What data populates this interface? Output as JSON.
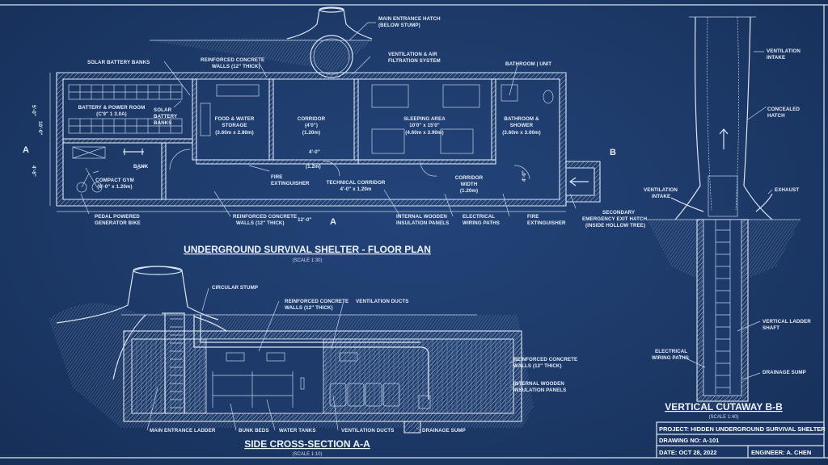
{
  "colors": {
    "background": "#1d3a6a",
    "line": "#dce6f4"
  },
  "floor_plan": {
    "title": "UNDERGROUND SURVIVAL SHELTER - FLOOR PLAN",
    "scale": "(SCALE 1:30)",
    "section_marks": {
      "a_left": "A",
      "a_bottom": "A",
      "b_right": "B"
    },
    "dimensions": {
      "total_length": "12'-0\"",
      "height_top": "5'-0\"",
      "height_total": "10'-0\"",
      "height_bottom": "4'-6\"",
      "corridor_width": "4'-0\"",
      "corridor_width_m": "(1.2m)",
      "exit_width": "4'-0\""
    },
    "rooms": [
      {
        "name": "BATTERY & POWER ROOM",
        "size": "(C'9\" 1 3.0A)"
      },
      {
        "name": "FOOD & WATER",
        "name2": "STORAGE",
        "size": "(3.60m x 2.80m)"
      },
      {
        "name": "CORRIDOR",
        "name2": "(4'0\")",
        "size": "(1.20m)"
      },
      {
        "name": "SLEEPING AREA",
        "name2": "10'0\" x 15'0\"",
        "size": "(4.60m x 3.90m)"
      },
      {
        "name": "BATHROOM &",
        "name2": "SHOWER",
        "size": "(3.60m x 3.00m)"
      },
      {
        "name": "COMPACT GYM",
        "size": "(6'-0\" x 1.20m)"
      },
      {
        "name": "TECHNICAL CORRIDOR",
        "size": "4'-0\" x 1.20m"
      },
      {
        "name": "CORRIDOR",
        "name2": "WIDTH",
        "size": "(1.20m)"
      }
    ],
    "callouts": {
      "main_hatch_1": "MAIN ENTRANCE HATCH",
      "main_hatch_2": "(BELOW STUMP)",
      "solar_banks": "SOLAR BATTERY BANKS",
      "concrete_top_1": "REINFORCED CONCRETE",
      "concrete_top_2": "WALLS (12\" THICK)",
      "vent_1": "VENTILATION & AIR",
      "vent_2": "FILTRATION SYSTEM",
      "bath_unit": "BATHROOM | UNIT",
      "solar_1": "SOLAR",
      "solar_2": "BATTERY",
      "solar_3": "BANKS",
      "bank": "BANK",
      "fire_1_a": "FIRE",
      "fire_1_b": "EXTINGUISHER",
      "pedal_1": "PEDAL POWERED",
      "pedal_2": "GENERATOR BIKE",
      "concrete_bot_1": "REINFORCED CONCRETE",
      "concrete_bot_2": "WALLS (12\" THICK)",
      "insul_1": "INTERNAL WOODEN",
      "insul_2": "INSULATION PANELS",
      "elec_1": "ELECTRICAL",
      "elec_2": "WIRING PATHS",
      "fire_2_a": "FIRE",
      "fire_2_b": "EXTINGUISHER",
      "exit_1": "SECONDARY",
      "exit_2": "EMERGENCY EXIT HATCH",
      "exit_3": "(INSIDE HOLLOW TREE)"
    }
  },
  "section": {
    "title": "SIDE CROSS-SECTION A-A",
    "scale": "(SCALE 1:10)",
    "callouts": {
      "stump": "CIRCULAR STUMP",
      "concrete_1": "REINFORCED CONCRETE",
      "concrete_2": "WALLS (12\" THICK)",
      "vent_top": "VENTILATION DUCTS",
      "concrete_r1": "REINFORCED CONCRETE",
      "concrete_r2": "WALLS (12\" THICK)",
      "insul_1": "INTERNAL WOODEN",
      "insul_2": "INSULATION PANELS",
      "ladder": "MAIN ENTRANCE LADDER",
      "bunks": "BUNK BEDS",
      "tanks": "WATER TANKS",
      "vent_bot": "VENTILATION DUCTS",
      "sump": "DRAINAGE SUMP"
    }
  },
  "cutaway": {
    "title": "VERTICAL CUTAWAY B-B",
    "scale": "(SCALE 1:40)",
    "callouts": {
      "vent_in_1": "VENTILATION",
      "vent_in_2": "INTAKE",
      "hatch_1": "CONCEALED",
      "hatch_2": "HATCH",
      "vent_l1": "VENTILATION",
      "vent_l2": "INTAKE",
      "exhaust": "EXHAUST",
      "ladder_1": "VERTICAL LADDER",
      "ladder_2": "SHAFT",
      "elec_1": "ELECTRICAL",
      "elec_2": "WIRING PATHS",
      "sump": "DRAINAGE SUMP"
    }
  },
  "title_block": {
    "project": "PROJECT: HIDDEN UNDERGROUND SURVIVAL SHELTER",
    "drawing_no": "DRAWING NO: A-101",
    "date": "DATE: OCT 28, 2022",
    "engineer": "ENGINEER: A. CHEN"
  }
}
